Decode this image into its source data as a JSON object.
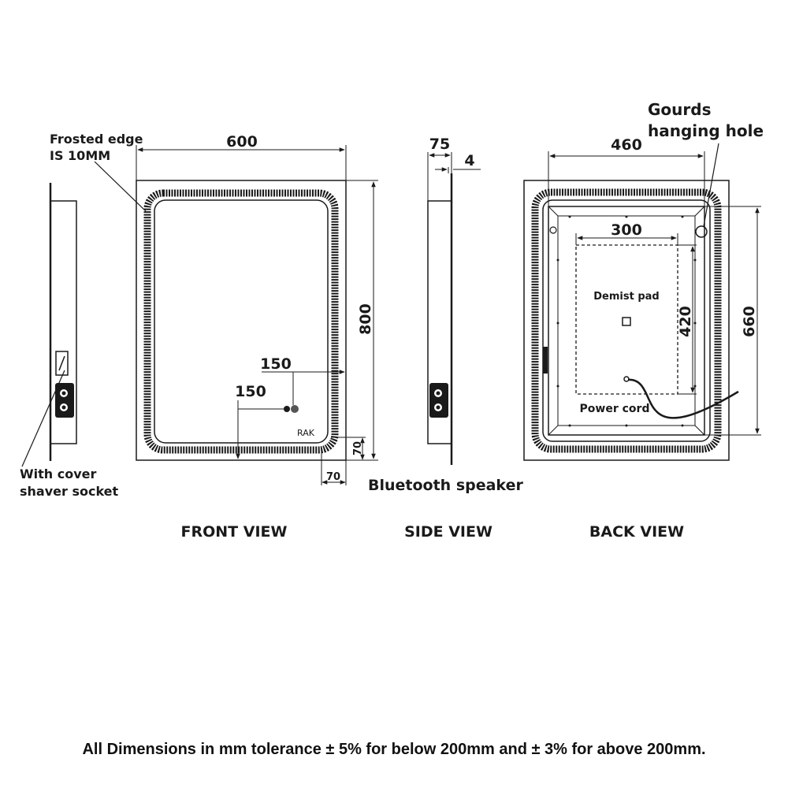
{
  "front_view": {
    "title": "FRONT VIEW",
    "width_dim": "600",
    "height_dim": "800",
    "offset_h_dim": "150",
    "offset_v_dim": "150",
    "corner_v_dim": "70",
    "corner_h_dim": "70",
    "brand": "RAK",
    "frosted_note_line1": "Frosted edge",
    "frosted_note_line2": "IS 10MM",
    "socket_note_line1": "With cover",
    "socket_note_line2": "shaver socket"
  },
  "side_view": {
    "title": "SIDE VIEW",
    "depth_dim": "75",
    "glass_dim": "4",
    "speaker_note": "Bluetooth speaker"
  },
  "back_view": {
    "title": "BACK VIEW",
    "width_dim": "460",
    "height_dim": "660",
    "pad_width_dim": "300",
    "pad_height_dim": "420",
    "pad_label": "Demist pad",
    "cord_label": "Power cord",
    "hole_note_line1": "Gourds",
    "hole_note_line2": "hanging hole"
  },
  "footer": "All Dimensions in mm tolerance ± 5% for below 200mm and ± 3% for above 200mm."
}
